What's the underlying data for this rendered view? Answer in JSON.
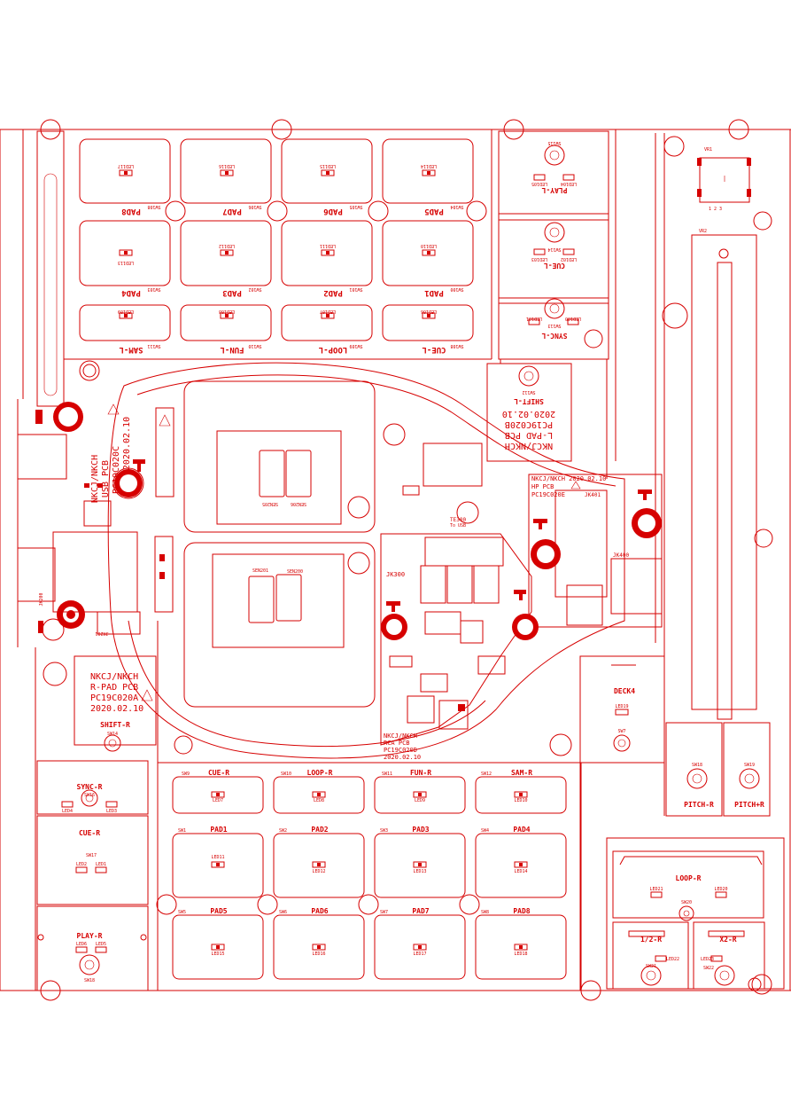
{
  "colors": {
    "ink": "#d60000",
    "background": "#ffffff"
  },
  "pcb_info": {
    "l_pad": {
      "line1": "NKCJ/NKCH",
      "line2": "L-PAD PCB",
      "line3": "PC19C020B",
      "line4": "2020.02.10"
    },
    "usb": {
      "line1": "NKCJ/NKCH",
      "line2": "USB PCB",
      "line3": "PC19C020C",
      "line4": "2020.02.10"
    },
    "hp": {
      "line1": "NKCJ/NKCH 2020.02.10",
      "line2": "HP PCB",
      "line3": "PC19C020E",
      "jk401": "JK401",
      "jk400": "JK400"
    },
    "r_pad": {
      "line1": "NKCJ/NKCH",
      "line2": "R-PAD PCB",
      "line3": "PC19C020A",
      "line4": "2020.02.10"
    },
    "main": {
      "line1": "NKCJ/NKCH",
      "line2": "RCA PCB",
      "line3": "PC19C020D",
      "line4": "2020.02.10",
      "jk300": "JK300",
      "te300": "TE300",
      "tousb": "To USB"
    }
  },
  "left_pads": {
    "row1": [
      {
        "name": "PAD8",
        "led": "LED117",
        "sw": "SW108"
      },
      {
        "name": "PAD7",
        "led": "LED116",
        "sw": "SW106"
      },
      {
        "name": "PAD6",
        "led": "LED115",
        "sw": "SW105"
      },
      {
        "name": "PAD5",
        "led": "LED114",
        "sw": "SW104"
      }
    ],
    "row2": [
      {
        "name": "PAD4",
        "led": "LED113",
        "sw": "SW103"
      },
      {
        "name": "PAD3",
        "led": "LED112",
        "sw": "SW102"
      },
      {
        "name": "PAD2",
        "led": "LED111",
        "sw": "SW101"
      },
      {
        "name": "PAD1",
        "led": "LED110",
        "sw": "SW100"
      }
    ],
    "row3": [
      {
        "name": "SAM-L",
        "led": "LED109",
        "sw": "SW111"
      },
      {
        "name": "FUN-L",
        "led": "LED108",
        "sw": "SW110"
      },
      {
        "name": "LOOP-L",
        "led": "LED107",
        "sw": "SW109"
      },
      {
        "name": "CUE-L",
        "led": "LED106",
        "sw": "SW108"
      }
    ]
  },
  "left_side": {
    "play": {
      "label": "PLAY-L",
      "sw": "SW115",
      "led_a": "LED105",
      "led_b": "LED104"
    },
    "cue": {
      "label": "CUE-L",
      "sw": "SW114",
      "led_a": "LED103",
      "led_b": "LED102"
    },
    "sync": {
      "label": "SYNC-L",
      "sw": "SW113",
      "led_a": "LED101",
      "led_b": "LED100"
    },
    "shift": {
      "label": "SHIFT-L",
      "sw": "SW112"
    }
  },
  "right_pads": {
    "row1": [
      {
        "name": "CUE-R",
        "led": "LED7",
        "sw": "SW9"
      },
      {
        "name": "LOOP-R",
        "led": "LED8",
        "sw": "SW10"
      },
      {
        "name": "FUN-R",
        "led": "LED9",
        "sw": "SW11"
      },
      {
        "name": "SAM-R",
        "led": "LED10",
        "sw": "SW12"
      }
    ],
    "row2": [
      {
        "name": "PAD1",
        "led": "LED11",
        "sw": "SW1"
      },
      {
        "name": "PAD2",
        "led": "LED12",
        "sw": "SW2"
      },
      {
        "name": "PAD3",
        "led": "LED13",
        "sw": "SW3"
      },
      {
        "name": "PAD4",
        "led": "LED14",
        "sw": "SW4"
      }
    ],
    "row3": [
      {
        "name": "PAD5",
        "led": "LED15",
        "sw": "SW5"
      },
      {
        "name": "PAD6",
        "led": "LED16",
        "sw": "SW6"
      },
      {
        "name": "PAD7",
        "led": "LED17",
        "sw": "SW7"
      },
      {
        "name": "PAD8",
        "led": "LED18",
        "sw": "SW8"
      }
    ]
  },
  "right_side": {
    "shift": {
      "label": "SHIFT-R",
      "sw": "SW14"
    },
    "sync": {
      "label": "SYNC-R",
      "sw": "SW16",
      "led_a": "LED4",
      "led_b": "LED3"
    },
    "cue": {
      "label": "CUE-R",
      "sw": "SW17",
      "led_a": "LED2",
      "led_b": "LED1"
    },
    "play": {
      "label": "PLAY-R",
      "sw": "SW18",
      "led_a": "LED6",
      "led_b": "LED5"
    }
  },
  "right_panel": {
    "deck4": "DECK4",
    "deck4_led": "LED19",
    "deck4_sw": "SW7",
    "pitch_minus": {
      "label": "PITCH-R",
      "sw": "SW18"
    },
    "pitch_plus": {
      "label": "PITCH+R",
      "sw": "SW19"
    },
    "loop": {
      "label": "LOOP-R",
      "led_a": "LED21",
      "led_b": "LED20",
      "sw": "SW20"
    },
    "half": {
      "label": "1/2-R",
      "led": "LED22",
      "sw": "SW21"
    },
    "double": {
      "label": "X2-R",
      "led": "LED23",
      "sw": "SW22"
    },
    "vr1": "VR1",
    "vr2": "VR2",
    "vr1_pins": "1   2   3"
  },
  "jacks": {
    "jk200": "JK200",
    "jk201": "JK201"
  },
  "sensor_labels": {
    "a": "SEN205",
    "b": "SEN206",
    "c": "SEN201",
    "d": "SEN200"
  }
}
